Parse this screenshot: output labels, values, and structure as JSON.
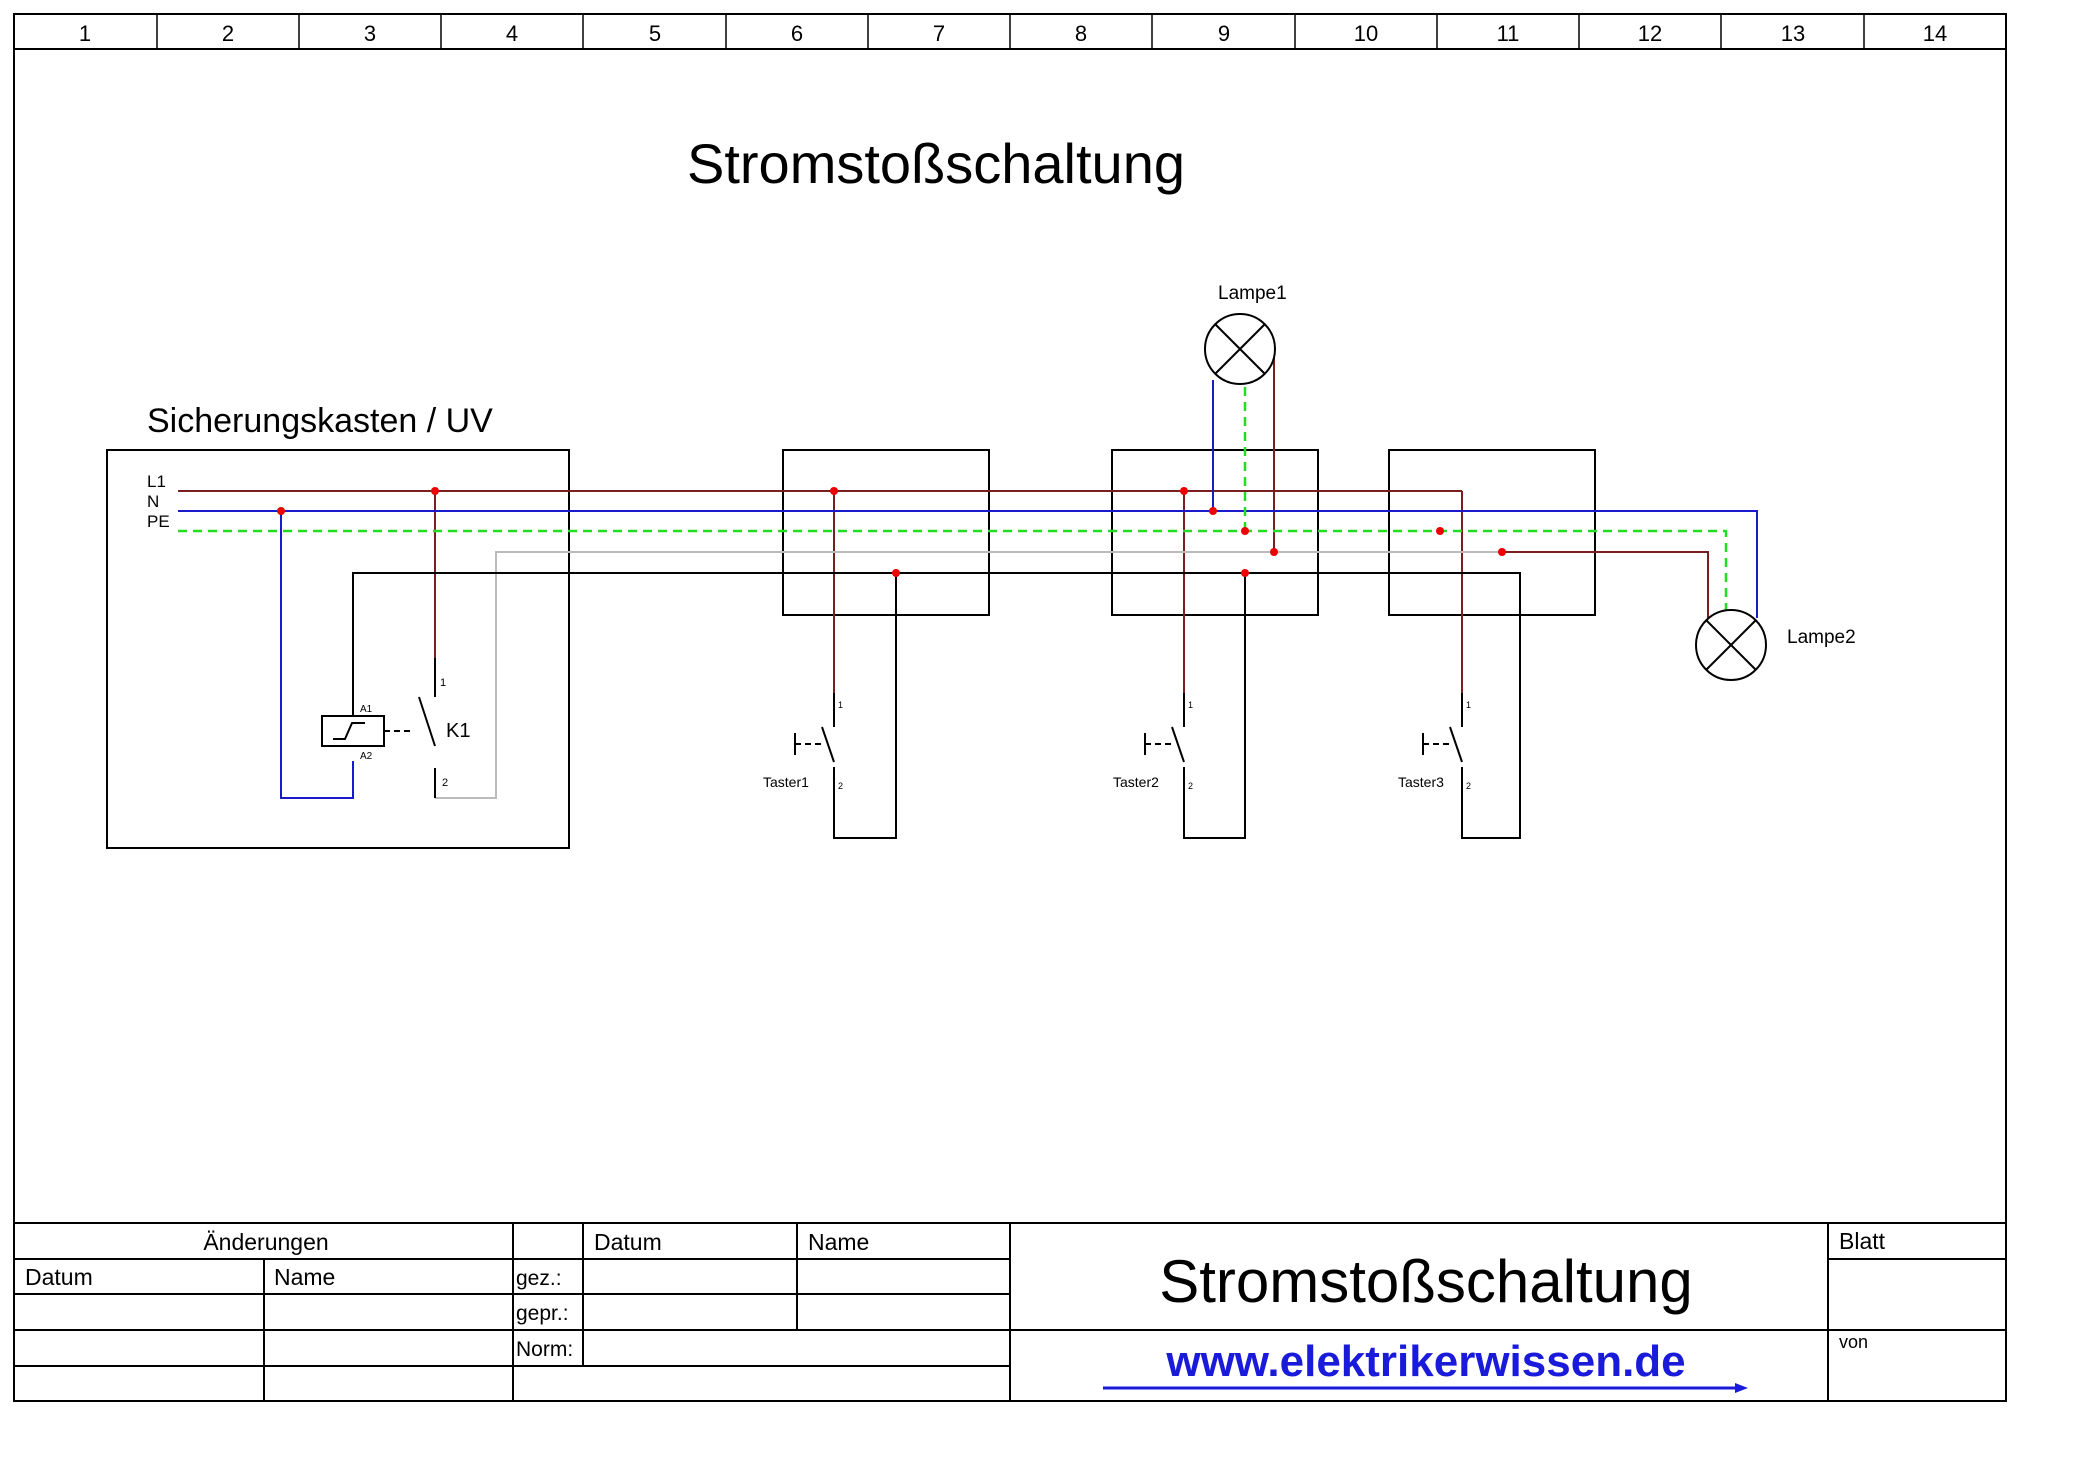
{
  "ruler": [
    "1",
    "2",
    "3",
    "4",
    "5",
    "6",
    "7",
    "8",
    "9",
    "10",
    "11",
    "12",
    "13",
    "14"
  ],
  "diagram": {
    "title": "Stromstoßschaltung",
    "panel_label": "Sicherungskasten / UV",
    "bus_labels": {
      "l1": "L1",
      "n": "N",
      "pe": "PE"
    },
    "relay": {
      "name": "K1",
      "coil_a1": "A1",
      "coil_a2": "A2",
      "contact_1": "1",
      "contact_2": "2"
    },
    "lamps": [
      "Lampe1",
      "Lampe2"
    ],
    "pushbuttons": [
      {
        "name": "Taster1",
        "pin_1": "1",
        "pin_2": "2"
      },
      {
        "name": "Taster2",
        "pin_1": "1",
        "pin_2": "2"
      },
      {
        "name": "Taster3",
        "pin_1": "1",
        "pin_2": "2"
      }
    ],
    "wire_colors": {
      "l1": "#7a1f1f",
      "n": "#1a1acc",
      "pe": "#22dd22",
      "switch_return": "#bbbbbb",
      "control": "#000000",
      "junction": "#ee0000"
    }
  },
  "titleblock": {
    "changes_header": "Änderungen",
    "col_datum": "Datum",
    "col_name": "Name",
    "sign_datum": "Datum",
    "sign_name": "Name",
    "gez": "gez.:",
    "gepr": "gepr.:",
    "norm": "Norm:",
    "title": "Stromstoßschaltung",
    "website": "www.elektrikerwissen.de",
    "blatt": "Blatt",
    "von": "von"
  }
}
